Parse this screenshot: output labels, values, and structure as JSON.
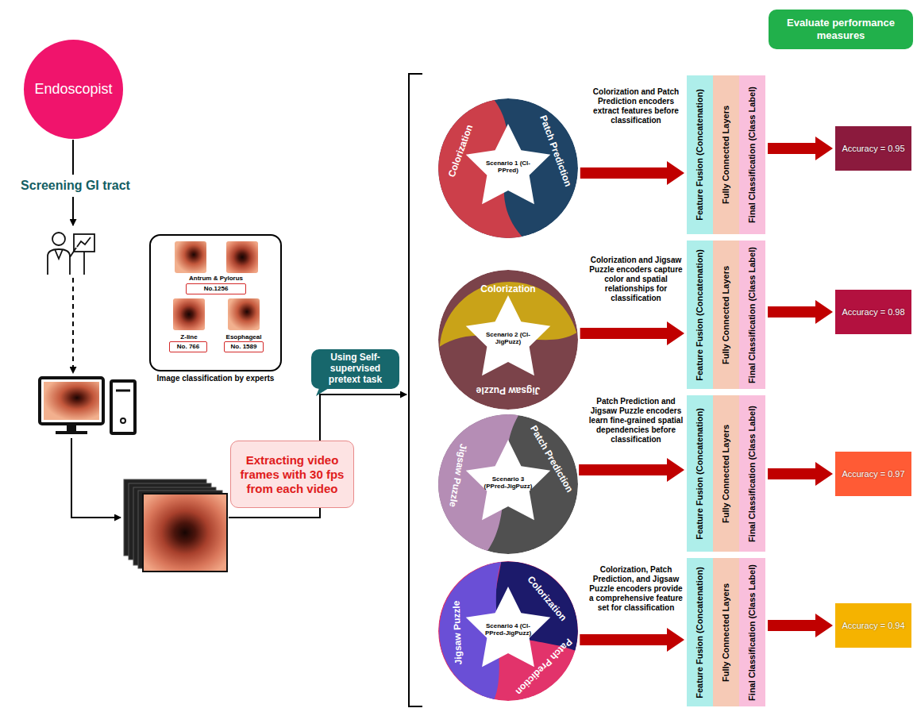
{
  "diagram": {
    "nodes": [
      {
        "text": [
          "Endoscopist"
        ]
      },
      {
        "text": [
          "Image classification by experts"
        ]
      },
      {
        "text": [
          "No.1256"
        ],
        "in": 1
      },
      {
        "text": [
          "No. 766"
        ],
        "in": 1
      },
      {
        "text": [
          "No. 1589"
        ],
        "in": 1
      },
      {
        "text": [
          "Using Self-supervised pretext task"
        ]
      },
      {
        "text": [
          "Extracting video frames with 30 fps from each video"
        ]
      },
      {
        "text": [
          "Colorization",
          "Patch Prediction"
        ]
      },
      {
        "text": [
          "Scenario 1 (Cl-PPred)"
        ],
        "in": 7
      },
      {
        "text": [
          "Feature Fusion (Concatenation)"
        ]
      },
      {
        "text": [
          "Fully Connected Layers"
        ]
      },
      {
        "text": [
          "Final Classification (Class Label)"
        ]
      },
      {
        "text": [
          "Accuracy = 0.95"
        ]
      },
      {
        "text": [
          "Colorization",
          "Jigsaw Puzzle"
        ]
      },
      {
        "text": [
          "Scenario 2 (Cl-JigPuzz)"
        ],
        "in": 13
      },
      {
        "text": [
          "Feature Fusion (Concatenation)"
        ]
      },
      {
        "text": [
          "Fully Connected Layers"
        ]
      },
      {
        "text": [
          "Final Classification (Class Label)"
        ]
      },
      {
        "text": [
          "Accuracy = 0.98"
        ]
      },
      {
        "text": [
          "Jigsaw Puzzle",
          "Patch Prediction"
        ]
      },
      {
        "text": [
          "Scenario 3 (PPred-JigPuzz)"
        ],
        "in": 19
      },
      {
        "text": [
          "Feature Fusion (Concatenation)"
        ]
      },
      {
        "text": [
          "Fully Connected Layers"
        ]
      },
      {
        "text": [
          "Final Classification (Class Label)"
        ]
      },
      {
        "text": [
          "Accuracy = 0.97"
        ]
      },
      {
        "text": [
          "Colorization",
          "Jigsaw Puzzle",
          "Patch Prediction"
        ]
      },
      {
        "text": [
          "Scenario 4 (Cl-PPred-JigPuzz)"
        ],
        "in": 25
      },
      {
        "text": [
          "Feature Fusion (Concatenation)"
        ]
      },
      {
        "text": [
          "Fully Connected Layers"
        ]
      },
      {
        "text": [
          "Final Classification (Class Label)"
        ]
      },
      {
        "text": [
          "Accuracy = 0.94"
        ]
      },
      {
        "text": [
          "Evaluate performance measures"
        ]
      }
    ],
    "edges": [
      {
        "from": 7,
        "to": 9,
        "arrow": "to"
      },
      {
        "from": 11,
        "to": 12,
        "arrow": "to"
      },
      {
        "from": 13,
        "to": 15,
        "arrow": "to"
      },
      {
        "from": 17,
        "to": 18,
        "arrow": "to"
      },
      {
        "from": 19,
        "to": 21,
        "arrow": "to"
      },
      {
        "from": 23,
        "to": 24,
        "arrow": "to"
      },
      {
        "from": 25,
        "to": 27,
        "arrow": "to"
      },
      {
        "from": 29,
        "to": 30,
        "arrow": "to"
      }
    ],
    "labels": [
      "Screening GI tract",
      "Antrum & Pylorus",
      "Z-line",
      "Esophageal",
      "Colorization and Patch Prediction encoders extract features before classification",
      "Colorization and Jigsaw Puzzle encoders capture color and spatial relationships for classification",
      "Patch Prediction and Jigsaw Puzzle encoders learn fine-grained spatial dependencies before classification",
      "Colorization, Patch Prediction, and Jigsaw Puzzle encoders provide a comprehensive feature set for classification"
    ]
  }
}
